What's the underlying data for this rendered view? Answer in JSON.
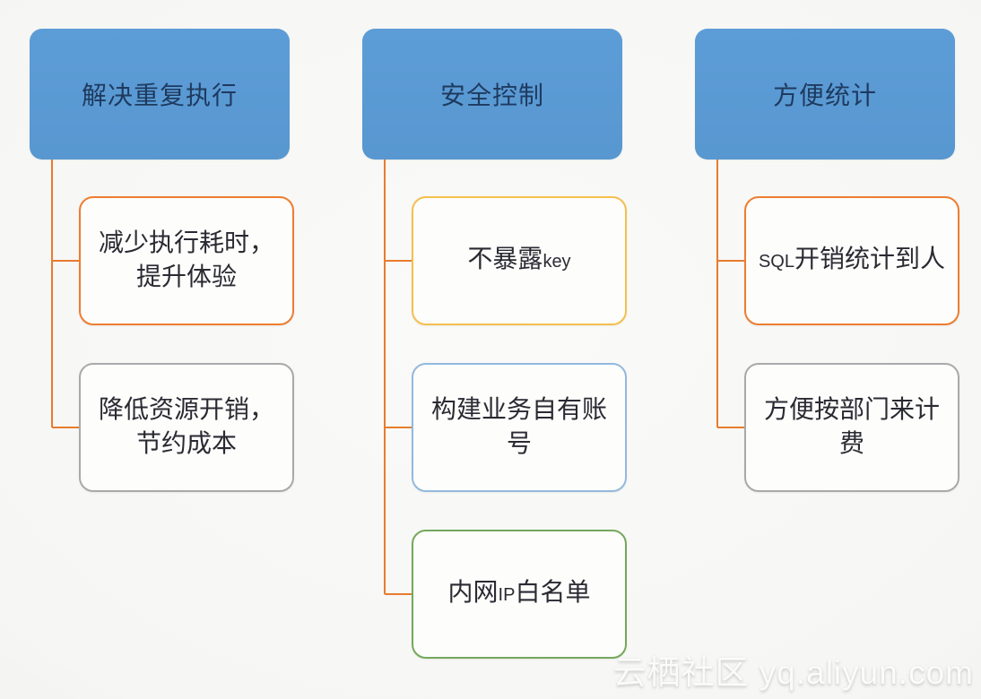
{
  "page": {
    "background": "#f6f6f4"
  },
  "watermark": {
    "text": "云栖社区 yq.aliyun.com"
  },
  "colors": {
    "header_fill": "#5b9bd5",
    "header_text": "#1e3a5f",
    "connector": "#e87c2e",
    "body_text": "#2a2a33",
    "child_fill": "#fdfdfb",
    "border_orange": "#ed7d31",
    "border_gray": "#a9a9ab",
    "border_gold": "#f5bf4f",
    "border_blue": "#93b9dd",
    "border_green": "#74a85c"
  },
  "diagram": {
    "columns": [
      {
        "header": "解决重复执行",
        "children": [
          {
            "border": "orange",
            "line1": "减少执行耗时，",
            "line2": "提升体验"
          },
          {
            "border": "gray",
            "line1": "降低资源开销，",
            "line2": "节约成本"
          }
        ]
      },
      {
        "header": "安全控制",
        "children": [
          {
            "border": "gold",
            "main": "不暴露",
            "latin": "key"
          },
          {
            "border": "blue",
            "line1": "构建业务自有账",
            "line2": "号"
          },
          {
            "border": "green",
            "pre": "内网",
            "latin": "IP",
            "post": "白名单"
          }
        ]
      },
      {
        "header": "方便统计",
        "children": [
          {
            "border": "orange",
            "latin": "SQL",
            "post": "开销统计到人"
          },
          {
            "border": "gray",
            "line1": "方便按部门来计",
            "line2": "费"
          }
        ]
      }
    ]
  }
}
